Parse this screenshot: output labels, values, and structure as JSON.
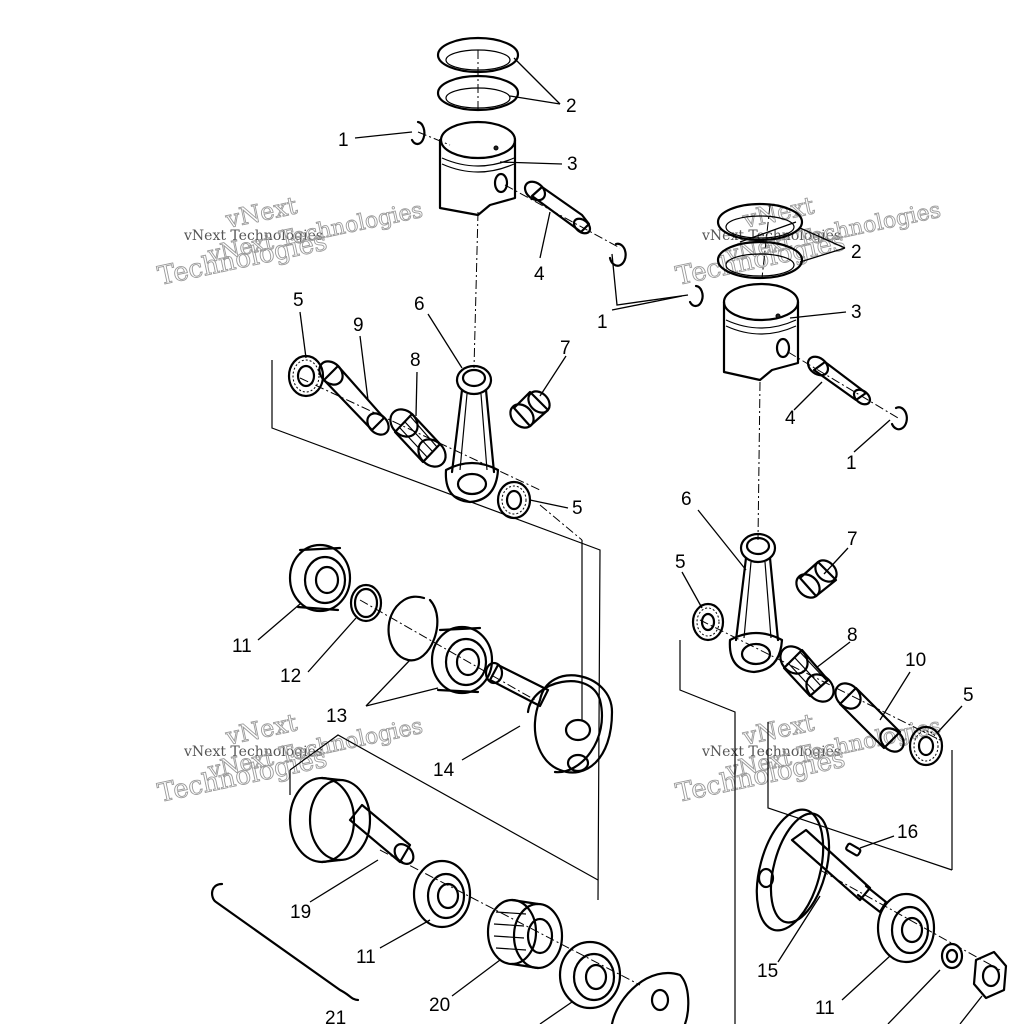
{
  "watermark": {
    "line1": "vNext",
    "line2": "vNext Technologies",
    "line3": "Technologies",
    "line4": "vNext Technologies"
  },
  "callouts": [
    "1",
    "2",
    "3",
    "4",
    "5",
    "6",
    "7",
    "8",
    "9",
    "10",
    "11",
    "12",
    "13",
    "14",
    "15",
    "16",
    "19",
    "20",
    "21"
  ]
}
